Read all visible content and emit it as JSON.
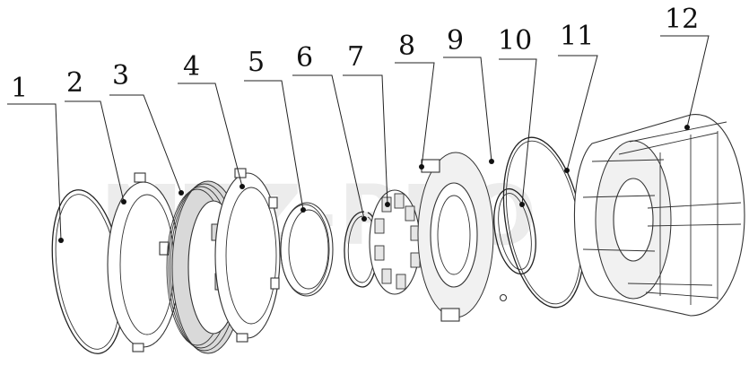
{
  "diagram": {
    "watermark": "MTZ-PRO",
    "callouts": [
      "1",
      "2",
      "3",
      "4",
      "5",
      "6",
      "7",
      "8",
      "9",
      "10",
      "11",
      "12"
    ]
  }
}
